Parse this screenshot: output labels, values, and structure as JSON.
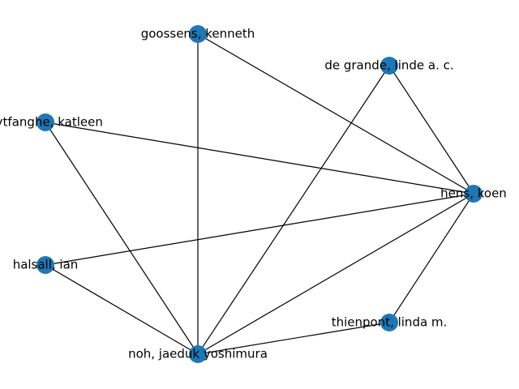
{
  "graph": {
    "node_color": "#1f77b4",
    "edge_color": "#000000",
    "nodes": [
      {
        "id": "goossens",
        "label": "goossens, kenneth"
      },
      {
        "id": "degrande",
        "label": "de grande, linde a. c."
      },
      {
        "id": "uytfanghe",
        "label": "uytfanghe, katleen"
      },
      {
        "id": "hens",
        "label": "hens, koen"
      },
      {
        "id": "halsall",
        "label": "halsall, ian"
      },
      {
        "id": "thienpont",
        "label": "thienpont, linda m."
      },
      {
        "id": "noh",
        "label": "noh, jaeduk yoshimura"
      }
    ],
    "edges": [
      [
        "goossens",
        "hens"
      ],
      [
        "goossens",
        "noh"
      ],
      [
        "degrande",
        "hens"
      ],
      [
        "degrande",
        "noh"
      ],
      [
        "uytfanghe",
        "hens"
      ],
      [
        "uytfanghe",
        "noh"
      ],
      [
        "hens",
        "halsall"
      ],
      [
        "hens",
        "noh"
      ],
      [
        "hens",
        "thienpont"
      ],
      [
        "halsall",
        "noh"
      ],
      [
        "noh",
        "thienpont"
      ]
    ]
  }
}
